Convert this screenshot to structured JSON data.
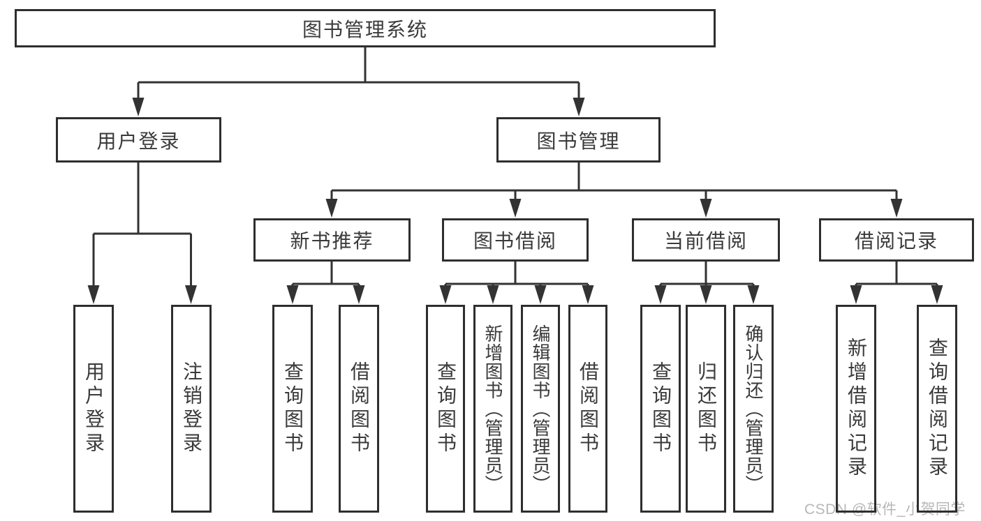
{
  "diagram": {
    "root": {
      "label": "图书管理系统"
    },
    "branches": [
      {
        "label": "用户登录",
        "leaves": [
          "用户登录",
          "注销登录"
        ]
      },
      {
        "label": "图书管理",
        "sections": [
          {
            "label": "新书推荐",
            "leaves": [
              "查询图书",
              "借阅图书"
            ]
          },
          {
            "label": "图书借阅",
            "leaves": [
              "查询图书",
              "新增图书（管理员）",
              "编辑图书（管理员）",
              "借阅图书"
            ]
          },
          {
            "label": "当前借阅",
            "leaves": [
              "查询图书",
              "归还图书",
              "确认归还（管理员）"
            ]
          },
          {
            "label": "借阅记录",
            "leaves": [
              "新增借阅记录",
              "查询借阅记录"
            ]
          }
        ]
      }
    ],
    "line_color": "#333333",
    "text_color": "#3a3a3a"
  },
  "watermark": "CSDN @软件_小贺同学"
}
